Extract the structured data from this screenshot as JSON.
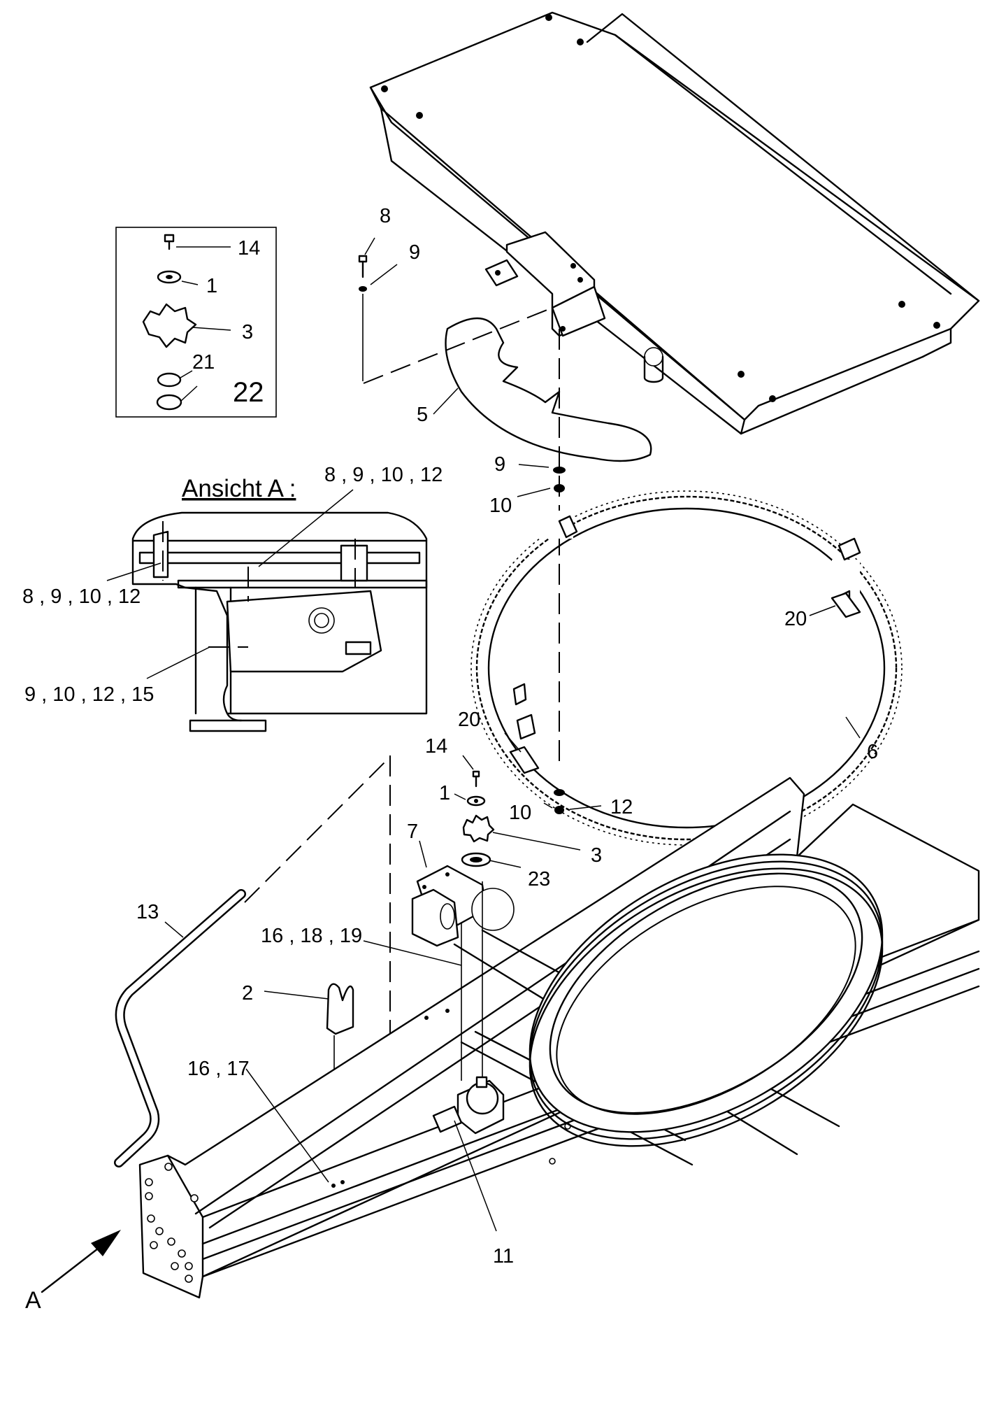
{
  "inset_box": {
    "labels": [
      "14",
      "1",
      "3",
      "21",
      "22"
    ]
  },
  "view_a": {
    "title": "Ansicht A :",
    "label_top": "8 , 9 , 10 , 12",
    "label_left": "8 , 9 , 10 , 12",
    "label_bottom": "9 , 10 , 12 , 15"
  },
  "callouts": {
    "c8": "8",
    "c9_top": "9",
    "c5": "5",
    "c9_mid": "9",
    "c10_mid": "10",
    "c20_right": "20",
    "c20_left": "20",
    "c6": "6",
    "c14": "14",
    "c1": "1",
    "c10_low": "10",
    "c12": "12",
    "c7": "7",
    "c3": "3",
    "c23": "23",
    "c13": "13",
    "c16_18_19": "16 , 18 , 19",
    "c2": "2",
    "c16_17": "16 , 17",
    "c11": "11",
    "cA": "A"
  },
  "colors": {
    "line": "#000000",
    "background": "#ffffff"
  }
}
